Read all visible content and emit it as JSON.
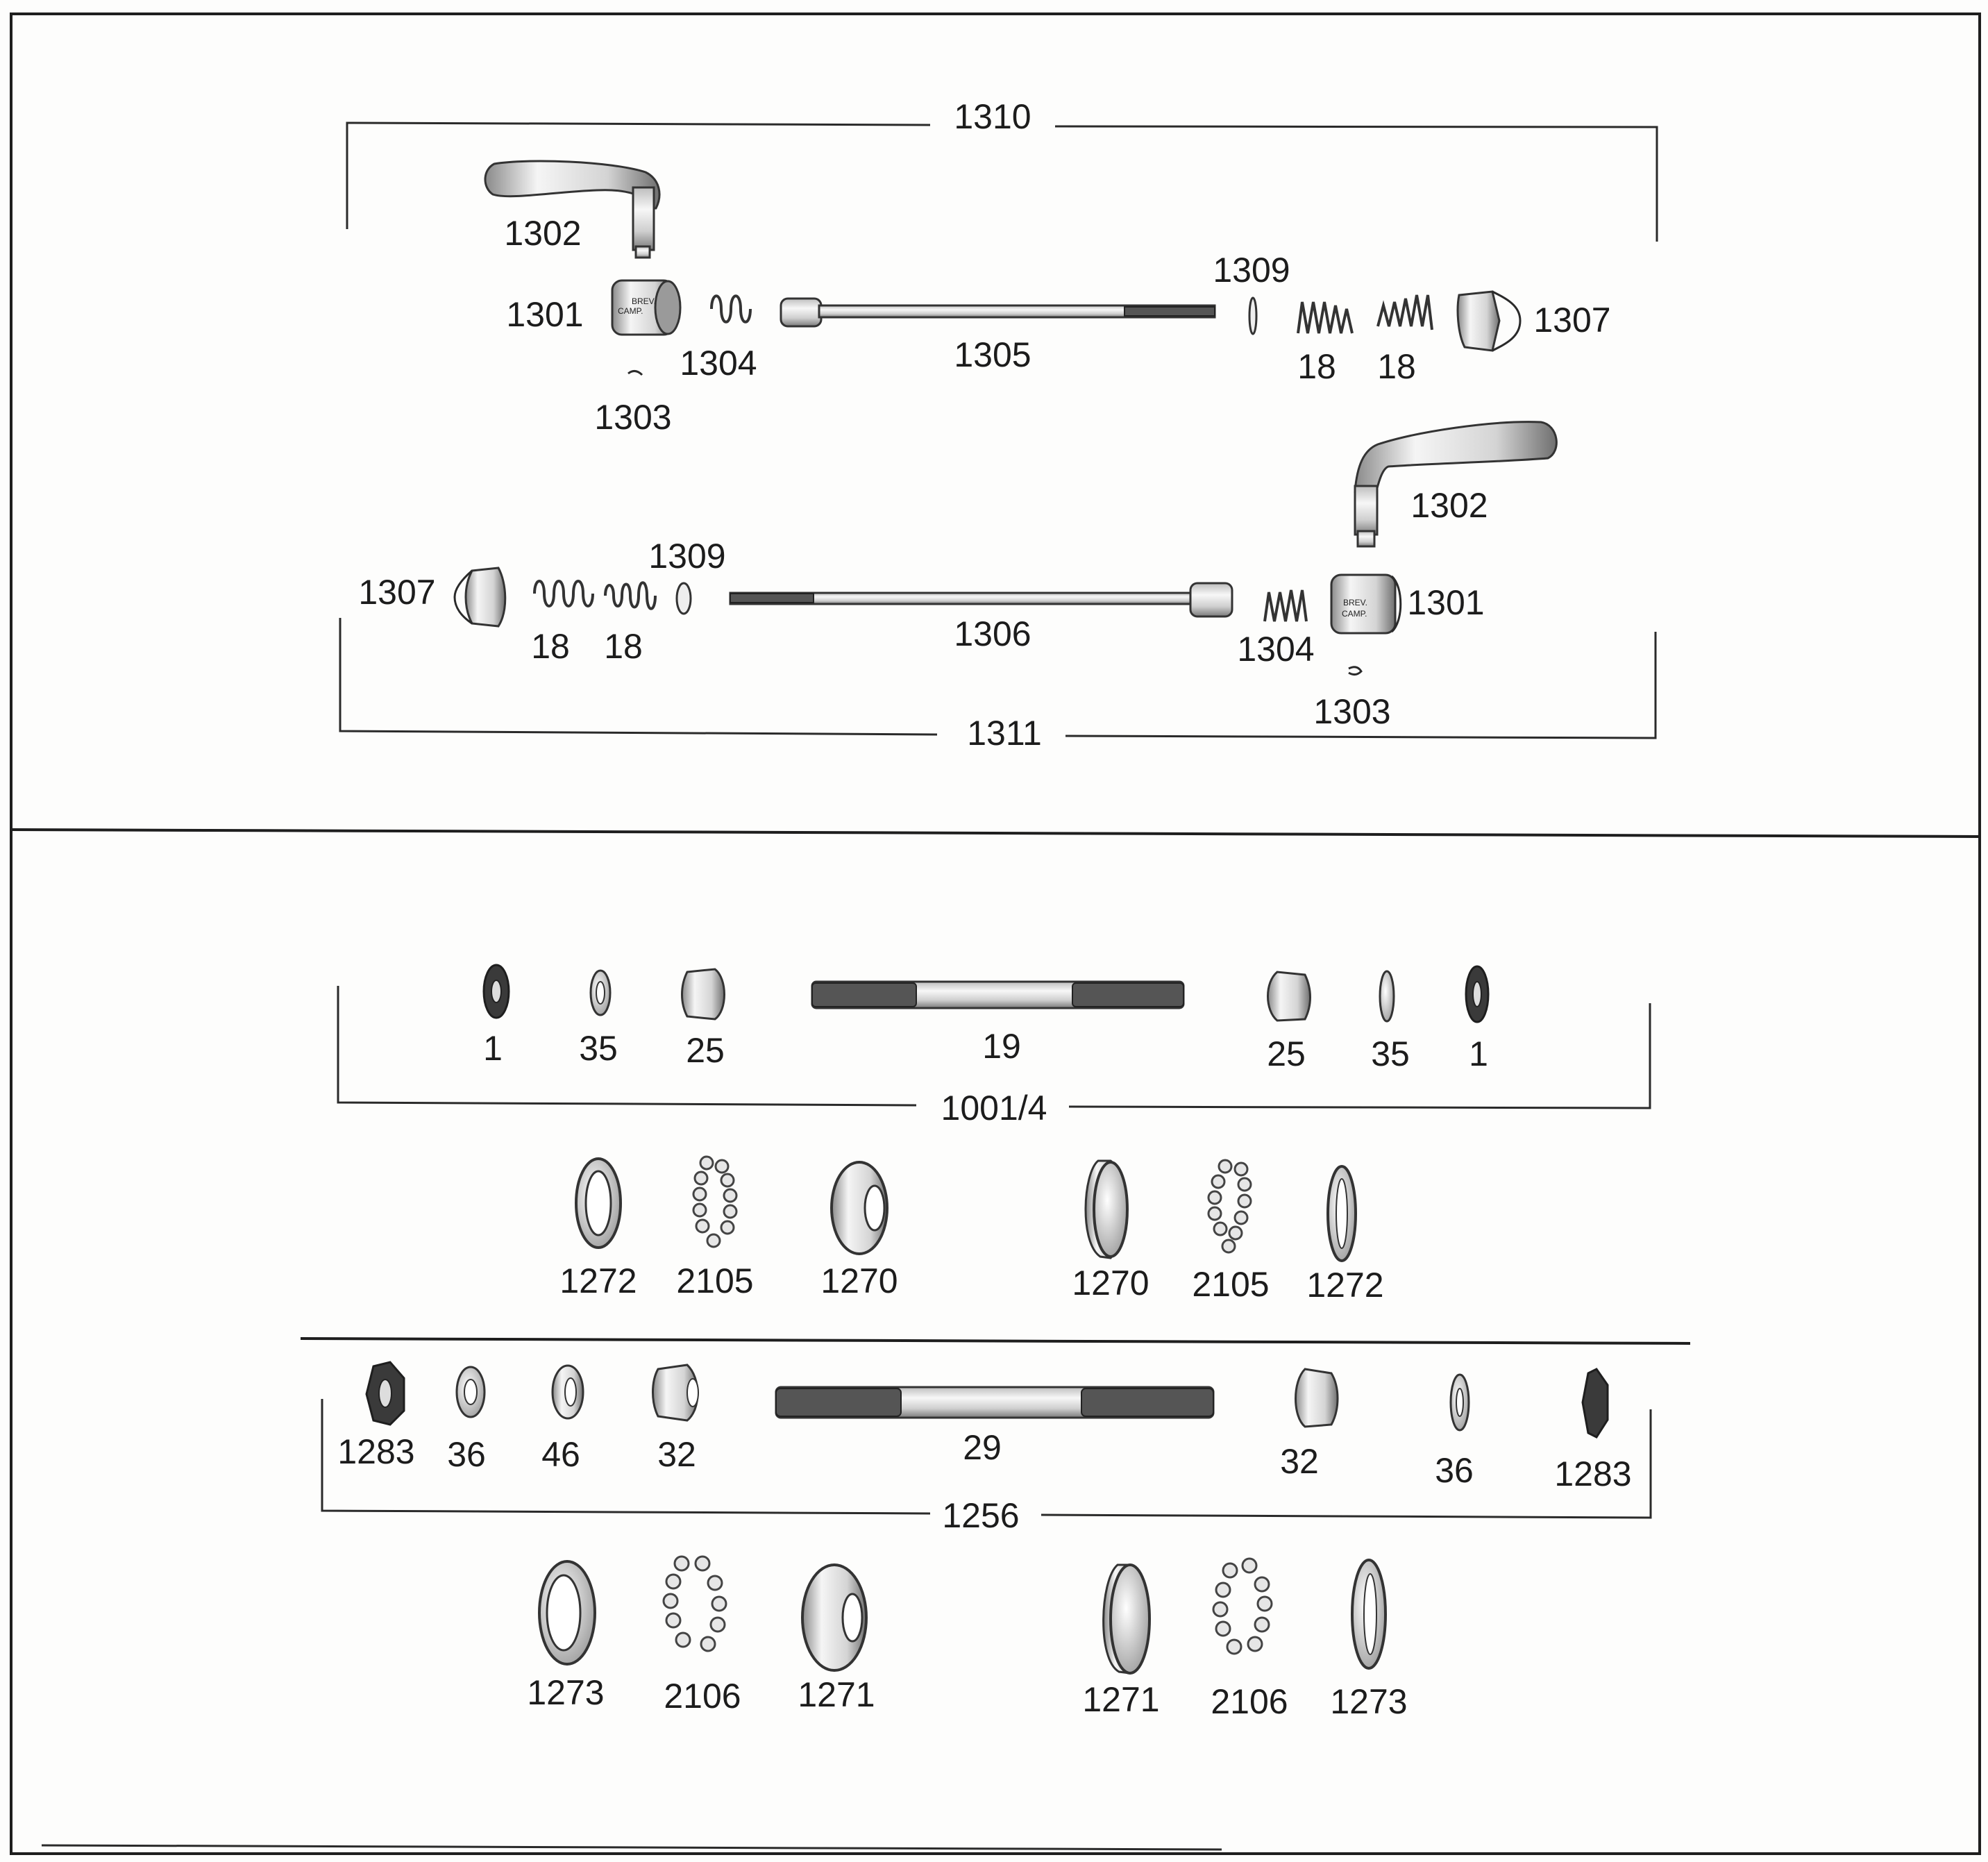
{
  "diagram": {
    "skewer_front": {
      "group_label": "1310",
      "parts": {
        "lever": "1302",
        "cam_housing": "1301",
        "cam_housing_text_1": "BREV.",
        "cam_housing_text_2": "CAMP.",
        "pin": "1303",
        "spring": "1304",
        "rod": "1305",
        "washer": "1309",
        "spring_a": "18",
        "spring_b": "18",
        "nut": "1307"
      }
    },
    "skewer_rear": {
      "group_label": "1311",
      "parts": {
        "lever": "1302",
        "cam_housing": "1301",
        "cam_housing_text_1": "BREV.",
        "cam_housing_text_2": "CAMP.",
        "pin": "1303",
        "spring": "1304",
        "rod": "1306",
        "washer": "1309",
        "spring_a": "18",
        "spring_b": "18",
        "nut": "1307"
      }
    },
    "front_axle": {
      "group_label": "1001/4",
      "parts": [
        "1",
        "35",
        "25",
        "19",
        "25",
        "35",
        "1"
      ]
    },
    "front_bearings": {
      "parts": [
        "1272",
        "2105",
        "1270",
        "1270",
        "2105",
        "1272"
      ]
    },
    "rear_axle": {
      "group_label": "1256",
      "parts": [
        "1283",
        "36",
        "46",
        "32",
        "29",
        "32",
        "36",
        "1283"
      ]
    },
    "rear_bearings": {
      "parts": [
        "1273",
        "2106",
        "1271",
        "1271",
        "2106",
        "1273"
      ]
    }
  }
}
